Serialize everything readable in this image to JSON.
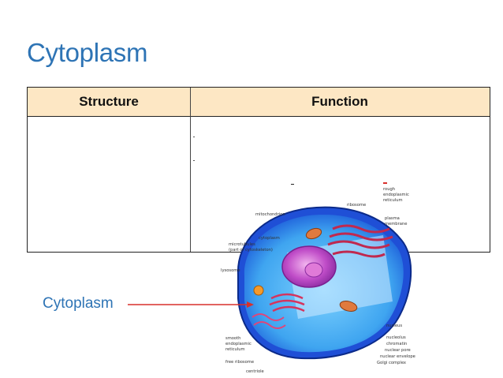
{
  "slide": {
    "title": "Cytoplasm"
  },
  "table": {
    "headers": [
      "Structure",
      "Function"
    ],
    "rows": [
      {
        "structure": "",
        "function": ""
      }
    ]
  },
  "figure": {
    "labels": {
      "ribosome": "ribosome",
      "rough_er": [
        "rough",
        "endoplasmic",
        "reticulum"
      ],
      "mitochondrion": "mitochondrion",
      "plasma_membrane": [
        "plasma",
        "membrane"
      ],
      "cytoplasm": "cytoplasm",
      "microtubules": [
        "microtubules",
        "(part of cytoskeleton)"
      ],
      "lysosome": "lysosome",
      "nucleus": "nucleus",
      "nucleolus": "nucleolus",
      "chromatin": "chromatin",
      "nuclear_pore": "nuclear pore",
      "nuclear_envelope": "nuclear envelope",
      "smooth_er": [
        "smooth",
        "endoplasmic",
        "reticulum"
      ],
      "golgi": "Golgi complex",
      "free_ribosome": "free ribosome",
      "centriole": "centriole"
    }
  },
  "callout": {
    "label": "Cytoplasm",
    "arrow_color": "#d9302c"
  },
  "colors": {
    "title": "#2e74b5",
    "header_fill": "#fde7c4",
    "membrane": "#1f4fd6",
    "nucleus": "#c04dc8"
  }
}
